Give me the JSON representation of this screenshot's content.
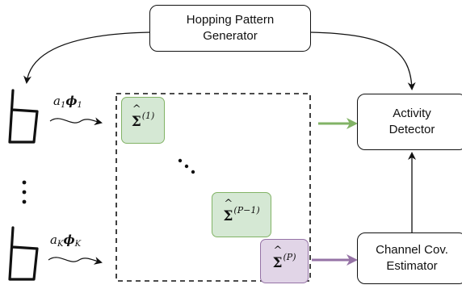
{
  "boxes": {
    "hopping": "Hopping Pattern\nGenerator",
    "activity": "Activity\nDetector",
    "channel": "Channel Cov.\nEstimator"
  },
  "blocks": {
    "b1": {
      "symbol": "Σ",
      "accent": "^",
      "superscript": "(1)"
    },
    "bpm1": {
      "symbol": "Σ",
      "accent": "^",
      "superscript": "(P−1)"
    },
    "bp": {
      "symbol": "Σ",
      "accent": "^",
      "superscript": "(P)"
    }
  },
  "signals": {
    "s1": {
      "coef": "a",
      "coef_sub": "1",
      "vec": "ϕ",
      "vec_sub": "1"
    },
    "sK": {
      "coef": "a",
      "coef_sub": "K",
      "vec": "ϕ",
      "vec_sub": "K"
    }
  },
  "colors": {
    "green_fill": "#d5e8d4",
    "green_stroke": "#82b366",
    "purple_fill": "#e1d5e7",
    "purple_stroke": "#9673a6"
  }
}
